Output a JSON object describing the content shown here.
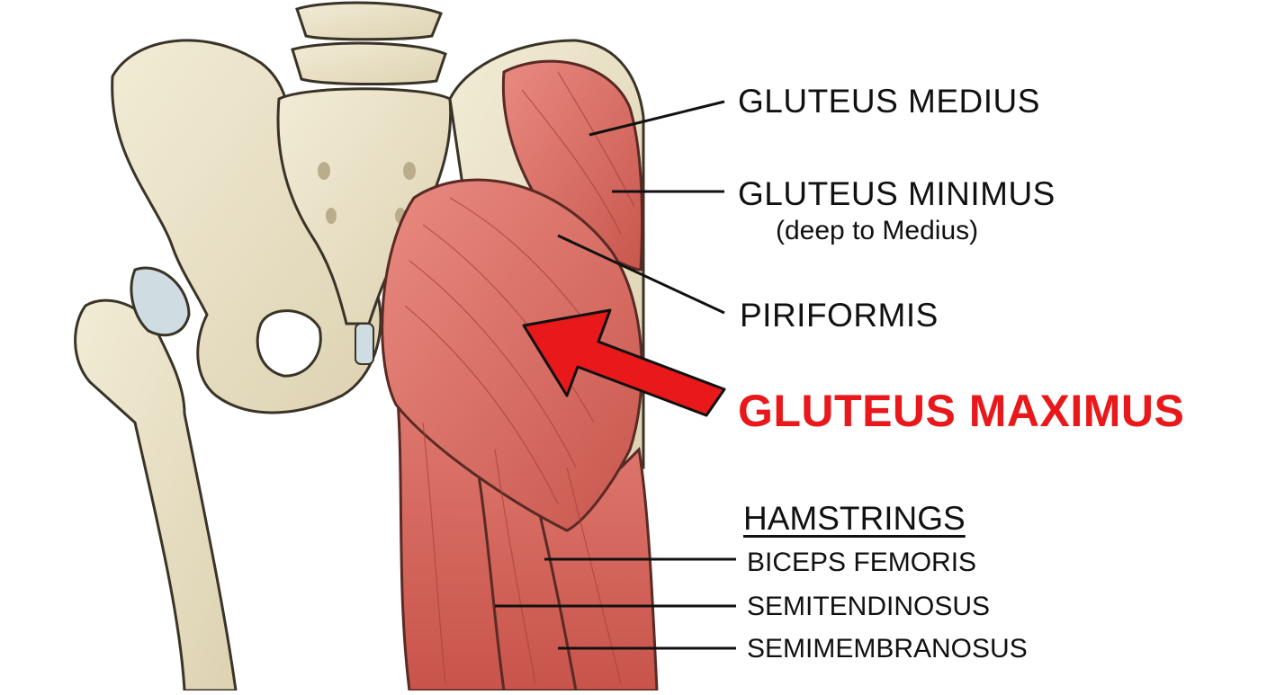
{
  "labels": {
    "gluteus_medius": "GLUTEUS  MEDIUS",
    "gluteus_minimus": "GLUTEUS  MINIMUS",
    "gluteus_minimus_note": "(deep to Medius)",
    "piriformis": "PIRIFORMIS",
    "gluteus_maximus": "GLUTEUS  MAXIMUS",
    "hamstrings_header": "HAMSTRINGS",
    "biceps_femoris": "BICEPS  FEMORIS",
    "semitendinosus": "SEMITENDINOSUS",
    "semimembranosus": "SEMIMEMBRANOSUS"
  },
  "colors": {
    "highlight": "#e8181b",
    "muscle": "#d9685f",
    "bone": "#ece4cc",
    "cartilage": "#c9d9e0",
    "label_text": "#111111"
  }
}
